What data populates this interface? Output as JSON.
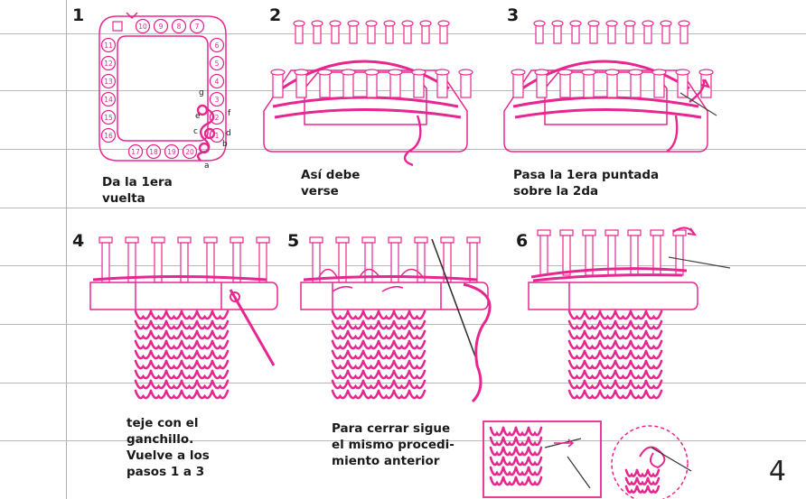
{
  "steps": [
    {
      "number": "1",
      "caption": [
        "Da la 1era",
        "vuelta"
      ]
    },
    {
      "number": "2",
      "caption": [
        "Así debe",
        "verse"
      ]
    },
    {
      "number": "3",
      "caption": [
        "Pasa la 1era puntada",
        "sobre la 2da"
      ]
    },
    {
      "number": "4",
      "caption": [
        "teje con el",
        "ganchillo.",
        "Vuelve a los",
        "pasos 1 a 3"
      ]
    },
    {
      "number": "5",
      "caption": [
        "Para cerrar sigue",
        "el mismo procedi-",
        "miento anterior"
      ]
    },
    {
      "number": "6",
      "caption": []
    }
  ],
  "loom_pegs": {
    "top": [
      "10",
      "9",
      "8",
      "7"
    ],
    "left": [
      "11",
      "12",
      "13",
      "14",
      "15",
      "16"
    ],
    "right": [
      "6",
      "5",
      "4",
      "3",
      "2",
      "1"
    ],
    "bottom": [
      "17",
      "18",
      "19",
      "20"
    ]
  },
  "peg_letters": [
    "g",
    "f",
    "e",
    "d",
    "c",
    "b",
    "a"
  ],
  "page_number": "4",
  "colors": {
    "accent": "#e8268f",
    "ink": "#1a1a1a",
    "rule": "#b9b9b9"
  }
}
